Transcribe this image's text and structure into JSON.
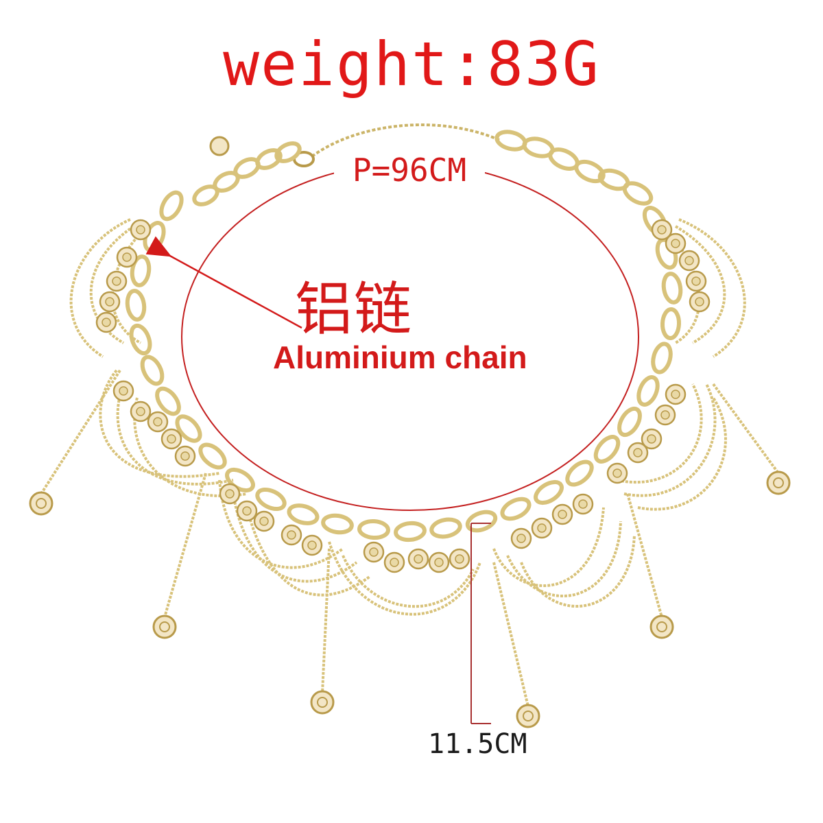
{
  "weight_label": "weight:83G",
  "perimeter_label": "P=96CM",
  "chain_label_cn": "铝链",
  "chain_label_en": "Aluminium chain",
  "drop_length_label": "11.5CM",
  "colors": {
    "annotation_red": "#d31a1a",
    "gold": "#d8c27a",
    "gold_dark": "#b89a4a",
    "coin_face": "#f3e6c6"
  }
}
